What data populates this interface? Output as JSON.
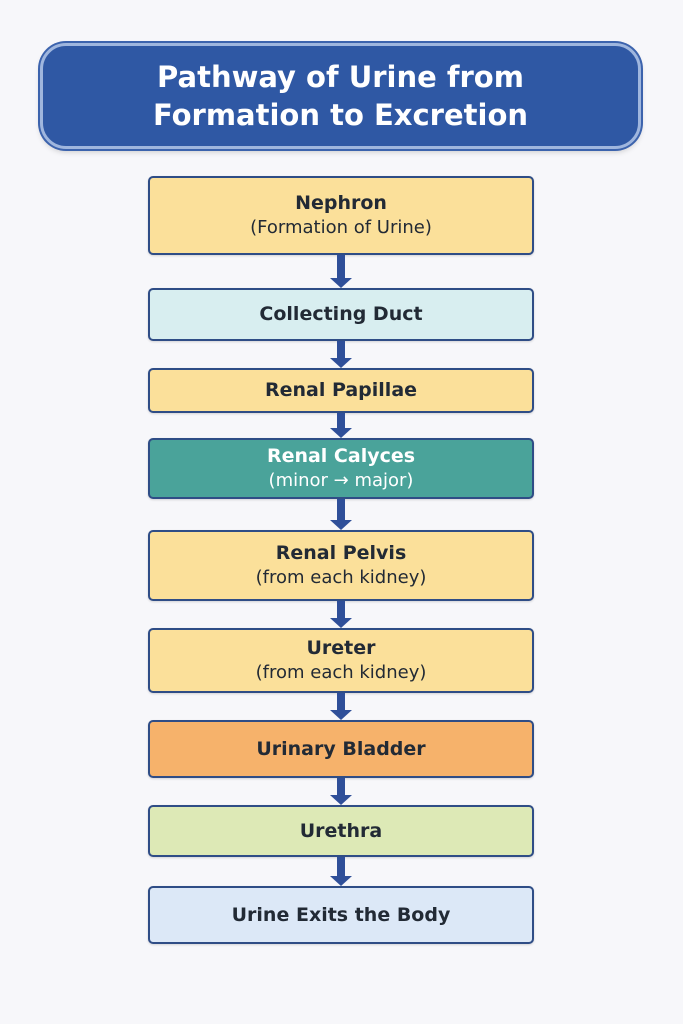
{
  "title": {
    "line1": "Pathway of Urine from",
    "line2": "Formation to Excretion"
  },
  "steps": [
    {
      "name": "Nephron",
      "sub": "(Formation of Urine)",
      "color": "#fbe09a"
    },
    {
      "name": "Collecting Duct",
      "sub": "",
      "color": "#d8eef0"
    },
    {
      "name": "Renal Papillae",
      "sub": "",
      "color": "#fbe09a"
    },
    {
      "name": "Renal Calyces",
      "sub": "(minor → major)",
      "color": "#4aa39a"
    },
    {
      "name": "Renal Pelvis",
      "sub": "(from each kidney)",
      "color": "#fbe09a"
    },
    {
      "name": "Ureter",
      "sub": "(from each kidney)",
      "color": "#fbe09a"
    },
    {
      "name": "Urinary Bladder",
      "sub": "",
      "color": "#f6b26b"
    },
    {
      "name": "Urethra",
      "sub": "",
      "color": "#dde9b6"
    },
    {
      "name": "Urine Exits the Body",
      "sub": "",
      "color": "#dce8f7"
    }
  ],
  "colors": {
    "title_bg": "#2f58a4",
    "arrow": "#2f4f99",
    "border": "#2f4d86"
  }
}
